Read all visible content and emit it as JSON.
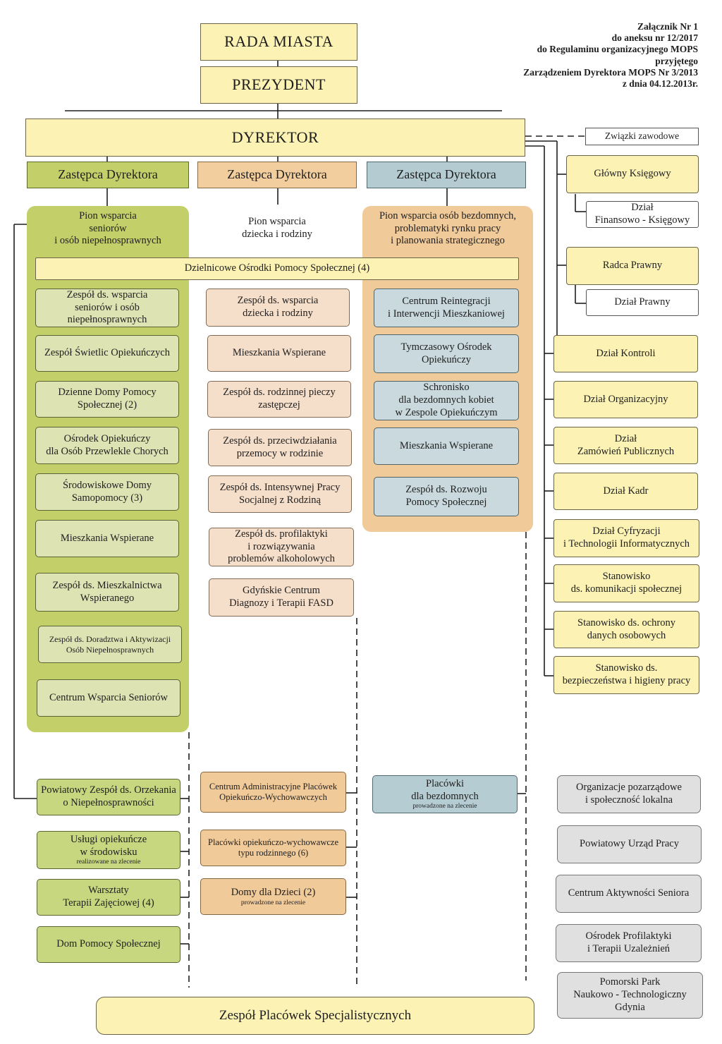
{
  "annex": "Załącznik Nr 1\ndo aneksu nr 12/2017\ndo Regulaminu organizacyjnego MOPS\nprzyjętego\nZarządzeniem Dyrektora MOPS Nr 3/2013\nz dnia 04.12.2013r.",
  "top": {
    "rada": "RADA MIASTA",
    "prezydent": "PREZYDENT",
    "dyrektor": "DYREKTOR",
    "zwiazki": "Związki zawodowe"
  },
  "deputies": [
    "Zastępca Dyrektora",
    "Zastępca Dyrektora",
    "Zastępca Dyrektora"
  ],
  "divisions": {
    "left": "Pion wsparcia\nseniorów\ni osób niepełnosprawnych",
    "middle": "Pion wsparcia\ndziecka i rodziny",
    "right": "Pion wsparcia osób bezdomnych,\nproblematyki rynku pracy\ni planowania strategicznego"
  },
  "dops": "Dzielnicowe Ośrodki Pomocy Społecznej (4)",
  "left_units": [
    "Zespół ds. wsparcia\nseniorów i osób\nniepełnosprawnych",
    "Zespół Świetlic Opiekuńczych",
    "Dzienne Domy Pomocy\nSpołecznej (2)",
    "Ośrodek Opiekuńczy\ndla Osób Przewlekle Chorych",
    "Środowiskowe Domy\nSamopomocy (3)",
    "Mieszkania Wspierane",
    "Zespół ds. Mieszkalnictwa\nWspieranego",
    "Zespół ds. Doradztwa i Aktywizacji\nOsób Niepełnosprawnych",
    "Centrum Wsparcia Seniorów"
  ],
  "middle_units": [
    "Zespół ds. wsparcia\ndziecka i rodziny",
    "Mieszkania Wspierane",
    "Zespół ds. rodzinnej pieczy\nzastępczej",
    "Zespół ds. przeciwdziałania\nprzemocy w rodzinie",
    "Zespół ds. Intensywnej Pracy\nSocjalnej z Rodziną",
    "Zespół ds. profilaktyki\ni rozwiązywania\nproblemów alkoholowych",
    "Gdyńskie Centrum\nDiagnozy i Terapii FASD"
  ],
  "right_units": [
    "Centrum Reintegracji\ni Interwencji Mieszkaniowej",
    "Tymczasowy Ośrodek\nOpiekuńczy",
    "Schronisko\ndla bezdomnych kobiet\nw Zespole Opiekuńczym",
    "Mieszkania Wspierane",
    "Zespół ds. Rozwoju\nPomocy Społecznej"
  ],
  "staff_units": [
    "Główny Księgowy",
    "Dział\nFinansowo - Księgowy",
    "Radca Prawny",
    "Dział Prawny",
    "Dział Kontroli",
    "Dział Organizacyjny",
    "Dział\nZamówień Publicznych",
    "Dział Kadr",
    "Dział Cyfryzacji\ni Technologii Informatycznych",
    "Stanowisko\nds. komunikacji społecznej",
    "Stanowisko ds. ochrony\ndanych osobowych",
    "Stanowisko ds.\nbezpieczeństwa i higieny pracy"
  ],
  "left_outer": [
    {
      "label": "Powiatowy Zespół ds. Orzekania\no Niepełnosprawności",
      "note": ""
    },
    {
      "label": "Usługi opiekuńcze\nw środowisku",
      "note": "realizowane na zlecenie"
    },
    {
      "label": "Warsztaty\nTerapii Zajęciowej (4)",
      "note": ""
    },
    {
      "label": "Dom Pomocy Społecznej",
      "note": ""
    }
  ],
  "middle_outer": [
    {
      "label": "Centrum Administracyjne Placówek\nOpiekuńczo-Wychowawczych",
      "note": ""
    },
    {
      "label": "Placówki opiekuńczo-wychowawcze\ntypu rodzinnego (6)",
      "note": ""
    },
    {
      "label": "Domy dla Dzieci (2)",
      "note": "prowadzone na zlecenie"
    }
  ],
  "right_outer": [
    {
      "label": "Placówki\ndla bezdomnych",
      "note": "prowadzone na zlecenie"
    }
  ],
  "external": [
    "Organizacje pozarządowe\ni społeczność lokalna",
    "Powiatowy Urząd Pracy",
    "Centrum Aktywności Seniora",
    "Ośrodek Profilaktyki\ni Terapii Uzależnień",
    "Pomorski Park\nNaukowo - Technologiczny\nGdynia"
  ],
  "bottom": "Zespół Placówek Specjalistycznych"
}
